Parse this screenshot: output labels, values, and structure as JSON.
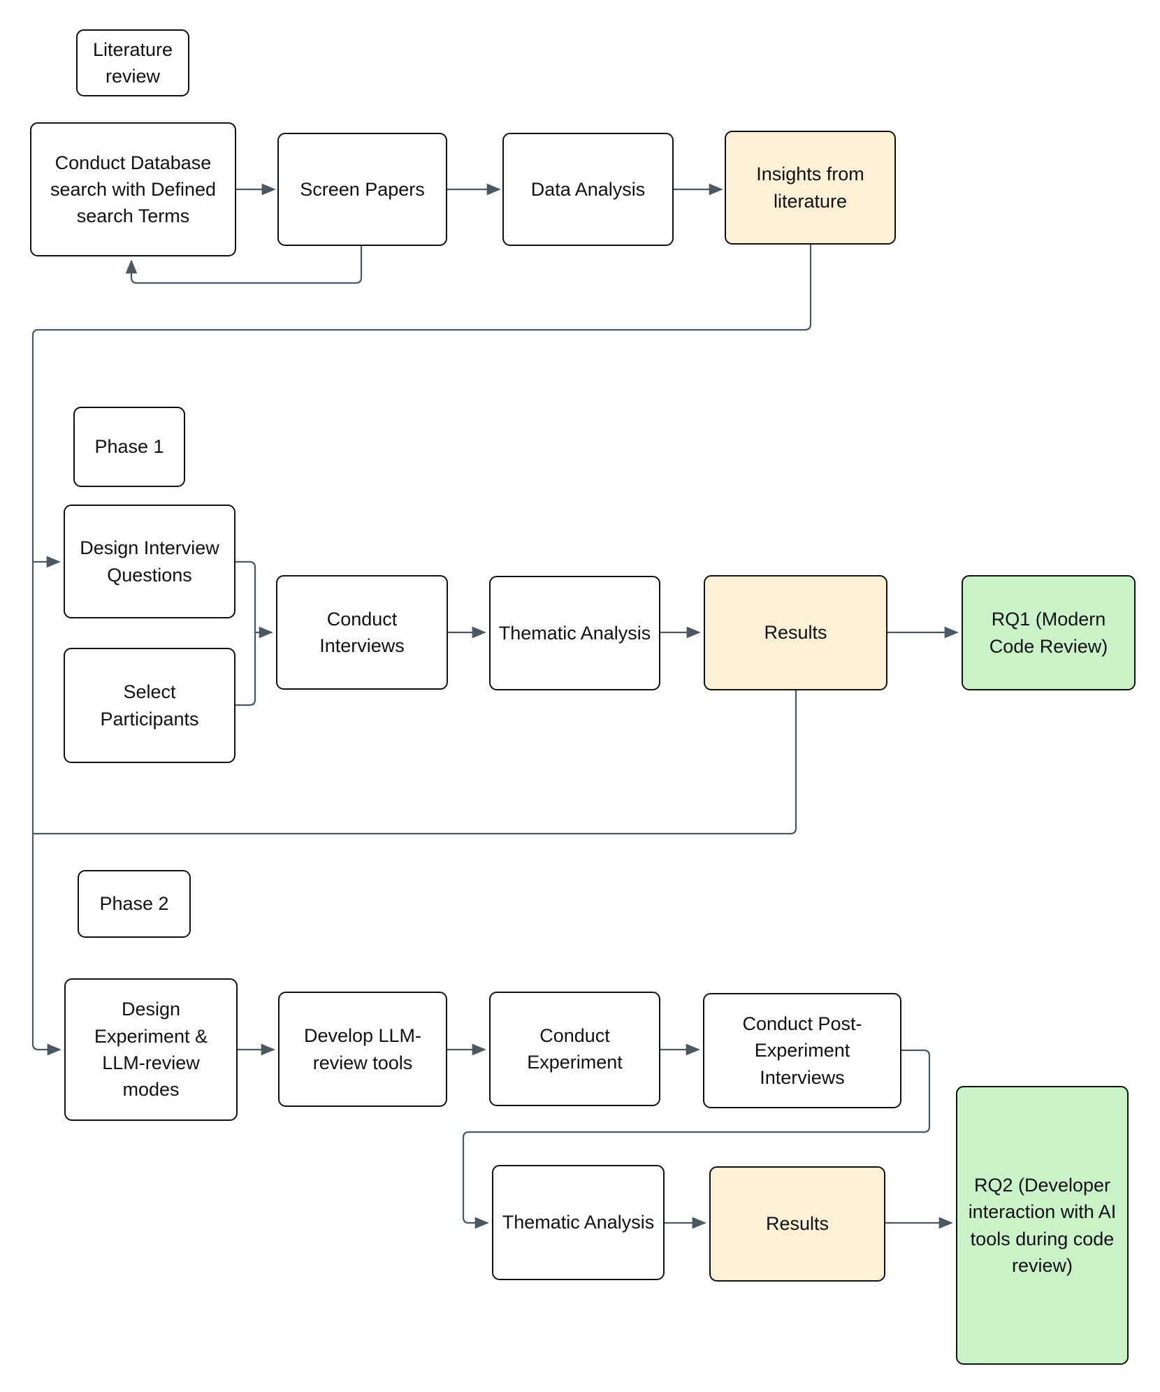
{
  "colors": {
    "background": "#ffffff",
    "node_border": "#111111",
    "node_fill_default": "#ffffff",
    "node_fill_highlight": "#fbefd6",
    "node_fill_outcome": "#c9f2c9",
    "connector": "#4d5760"
  },
  "nodes": {
    "literature_review_label": {
      "label": "Literature review"
    },
    "conduct_db_search": {
      "label": "Conduct Database search with Defined search Terms"
    },
    "screen_papers": {
      "label": "Screen Papers"
    },
    "data_analysis": {
      "label": "Data Analysis"
    },
    "insights_from_literature": {
      "label": "Insights from literature"
    },
    "phase1_label": {
      "label": "Phase 1"
    },
    "design_interview_questions": {
      "label": "Design Interview Questions"
    },
    "select_participants": {
      "label": "Select Participants"
    },
    "conduct_interviews": {
      "label": "Conduct Interviews"
    },
    "thematic_analysis_1": {
      "label": "Thematic Analysis"
    },
    "results_1": {
      "label": "Results"
    },
    "rq1": {
      "label": "RQ1 (Modern Code Review)"
    },
    "phase2_label": {
      "label": "Phase 2"
    },
    "design_experiment": {
      "label": "Design Experiment & LLM-review modes"
    },
    "develop_llm_tools": {
      "label": "Develop LLM-review tools"
    },
    "conduct_experiment": {
      "label": "Conduct Experiment"
    },
    "post_experiment_interviews": {
      "label": "Conduct Post-Experiment Interviews"
    },
    "thematic_analysis_2": {
      "label": "Thematic Analysis"
    },
    "results_2": {
      "label": "Results"
    },
    "rq2": {
      "label": "RQ2 (Developer interaction with AI tools during code review)"
    }
  },
  "edges": [
    {
      "from": "conduct_db_search",
      "to": "screen_papers"
    },
    {
      "from": "screen_papers",
      "to": "data_analysis"
    },
    {
      "from": "data_analysis",
      "to": "insights_from_literature"
    },
    {
      "from": "screen_papers",
      "to": "conduct_db_search",
      "type": "feedback"
    },
    {
      "from": "insights_from_literature",
      "to": "design_interview_questions"
    },
    {
      "from": "insights_from_literature",
      "to": "design_experiment"
    },
    {
      "from": "design_interview_questions",
      "to": "conduct_interviews"
    },
    {
      "from": "select_participants",
      "to": "conduct_interviews"
    },
    {
      "from": "conduct_interviews",
      "to": "thematic_analysis_1"
    },
    {
      "from": "thematic_analysis_1",
      "to": "results_1"
    },
    {
      "from": "results_1",
      "to": "rq1"
    },
    {
      "from": "results_1",
      "to": "design_experiment"
    },
    {
      "from": "design_experiment",
      "to": "develop_llm_tools"
    },
    {
      "from": "develop_llm_tools",
      "to": "conduct_experiment"
    },
    {
      "from": "conduct_experiment",
      "to": "post_experiment_interviews"
    },
    {
      "from": "post_experiment_interviews",
      "to": "thematic_analysis_2"
    },
    {
      "from": "thematic_analysis_2",
      "to": "results_2"
    },
    {
      "from": "results_2",
      "to": "rq2"
    }
  ]
}
